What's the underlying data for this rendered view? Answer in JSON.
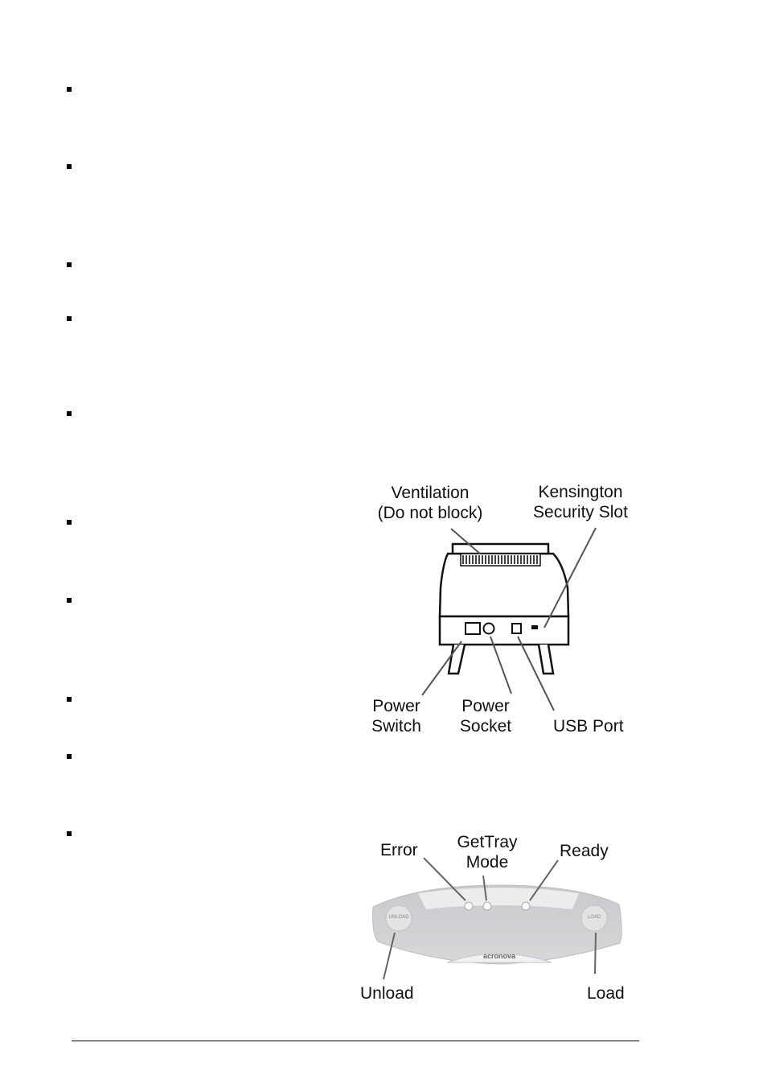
{
  "rear_diagram": {
    "ventilation_label_line1": "Ventilation",
    "ventilation_label_line2": "(Do not block)",
    "kensington_label_line1": "Kensington",
    "kensington_label_line2": "Security Slot",
    "power_switch_line1": "Power",
    "power_switch_line2": "Switch",
    "power_socket_line1": "Power",
    "power_socket_line2": "Socket",
    "usb_port_label": "USB Port"
  },
  "front_panel_diagram": {
    "error_label": "Error",
    "gettray_line1": "GetTray",
    "gettray_line2": "Mode",
    "ready_label": "Ready",
    "unload_label": "Unload",
    "load_label": "Load",
    "unload_button_text": "UNLOAD",
    "load_button_text": "LOAD",
    "brand_text": "acronova"
  }
}
